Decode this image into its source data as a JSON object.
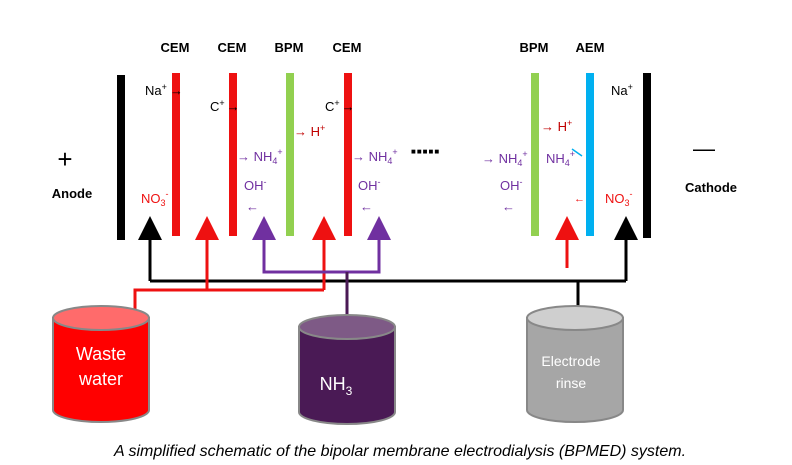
{
  "membranes": {
    "cem1": "CEM",
    "cem2": "CEM",
    "bpm1": "BPM",
    "cem3": "CEM",
    "bpm2": "BPM",
    "aem": "AEM"
  },
  "electrodes": {
    "plus": "+",
    "anode": "Anode",
    "minus": "—",
    "cathode": "Cathode"
  },
  "ions": {
    "na_left": "Na",
    "na_left_sup": "+",
    "arrow_right": "→",
    "c1": "C",
    "c1_sup": "+",
    "c2": "C",
    "c2_sup": "+",
    "h_left": "→ H",
    "h_left_sup": "+",
    "h_right": "→ H",
    "h_right_sup": "+",
    "nh4_1": "→ NH",
    "nh4_2": "→ NH",
    "nh4_3": "→ NH",
    "nh4_4": "NH",
    "nh4_sub": "4",
    "nh4_sup": "+",
    "oh1": "OH",
    "oh2": "OH",
    "oh3": "OH",
    "oh_sup": "-",
    "arrow_left": "←",
    "no3_left": "NO",
    "no3_right": "NO",
    "no3_sub": "3",
    "no3_sup": "-",
    "na_right": "Na",
    "na_right_sup": "+",
    "ellipsis": "■■■■■"
  },
  "tanks": {
    "waste_line1": "Waste",
    "waste_line2": "water",
    "nh3": "NH",
    "nh3_sub": "3",
    "rinse_line1": "Electrode",
    "rinse_line2": "rinse"
  },
  "caption": "A simplified schematic of the bipolar membrane electrodialysis (BPMED) system.",
  "colors": {
    "cem": "#ee1111",
    "bpm": "#92d050",
    "aem": "#00b0f0",
    "electrode": "#000000",
    "purple": "#7030a0",
    "dark_red": "#c00000",
    "waste_tank": "#ff0000",
    "nh3_tank": "#4a1a55",
    "rinse_tank": "#a6a6a6"
  }
}
